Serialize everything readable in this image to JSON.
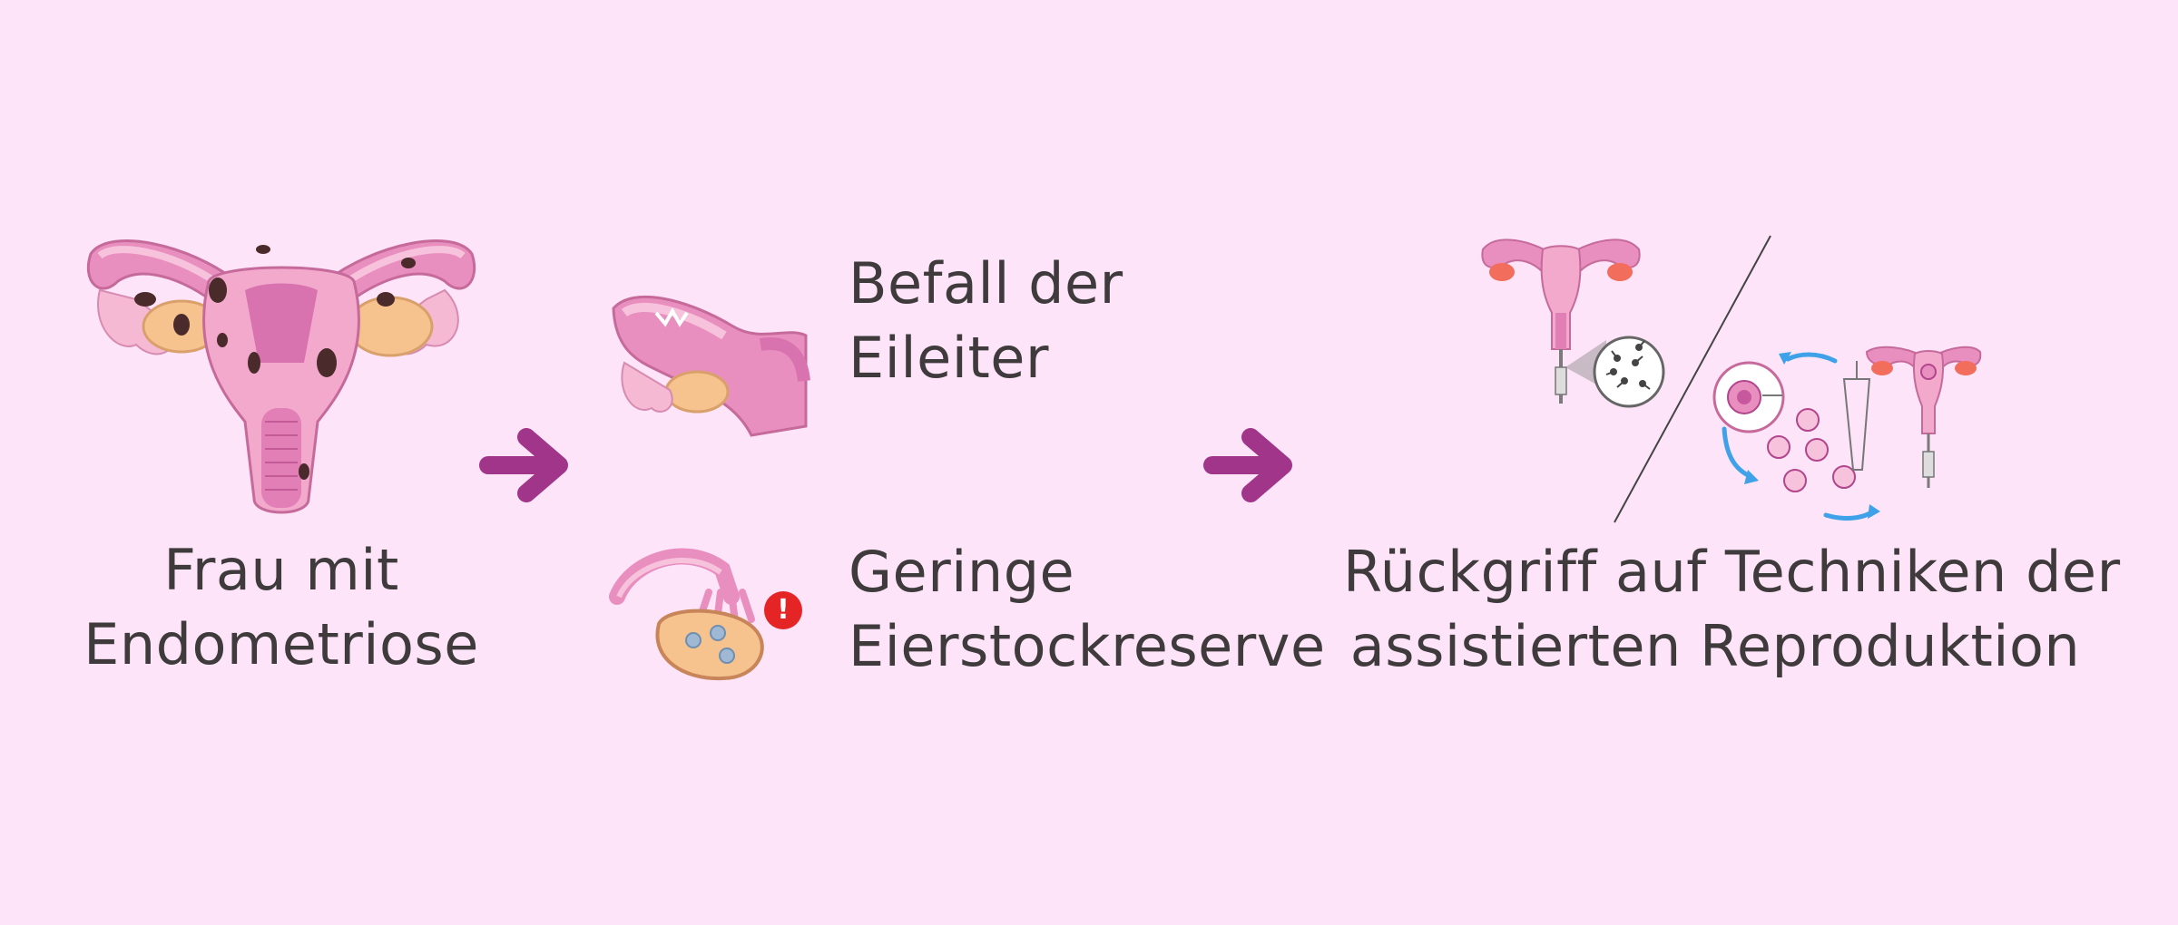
{
  "steps": {
    "woman": {
      "line1": "Frau mit",
      "line2": "Endometriose",
      "icon": "uterus-endometriosis-icon"
    },
    "tubes": {
      "line1": "Befall der",
      "line2": "Eileiter",
      "icon": "fallopian-tube-icon"
    },
    "reserve": {
      "line1": "Geringe",
      "line2": "Eierstockreserve",
      "icon": "ovary-warning-icon",
      "warning_symbol": "!"
    },
    "art": {
      "line1": "Rückgriff auf Techniken der",
      "line2": "assistierten Reproduktion",
      "icons": [
        "insemination-icon",
        "ivf-cycle-icon"
      ]
    }
  },
  "colors": {
    "background": "#fde4f8",
    "arrow": "#a0358a",
    "text": "#3f3a3c",
    "uterus_pink": "#e98fbf",
    "lesion": "#4a2a2a",
    "ovary": "#f6c38e",
    "warning": "#e52525",
    "cycle_arrow": "#3fa2e8"
  }
}
